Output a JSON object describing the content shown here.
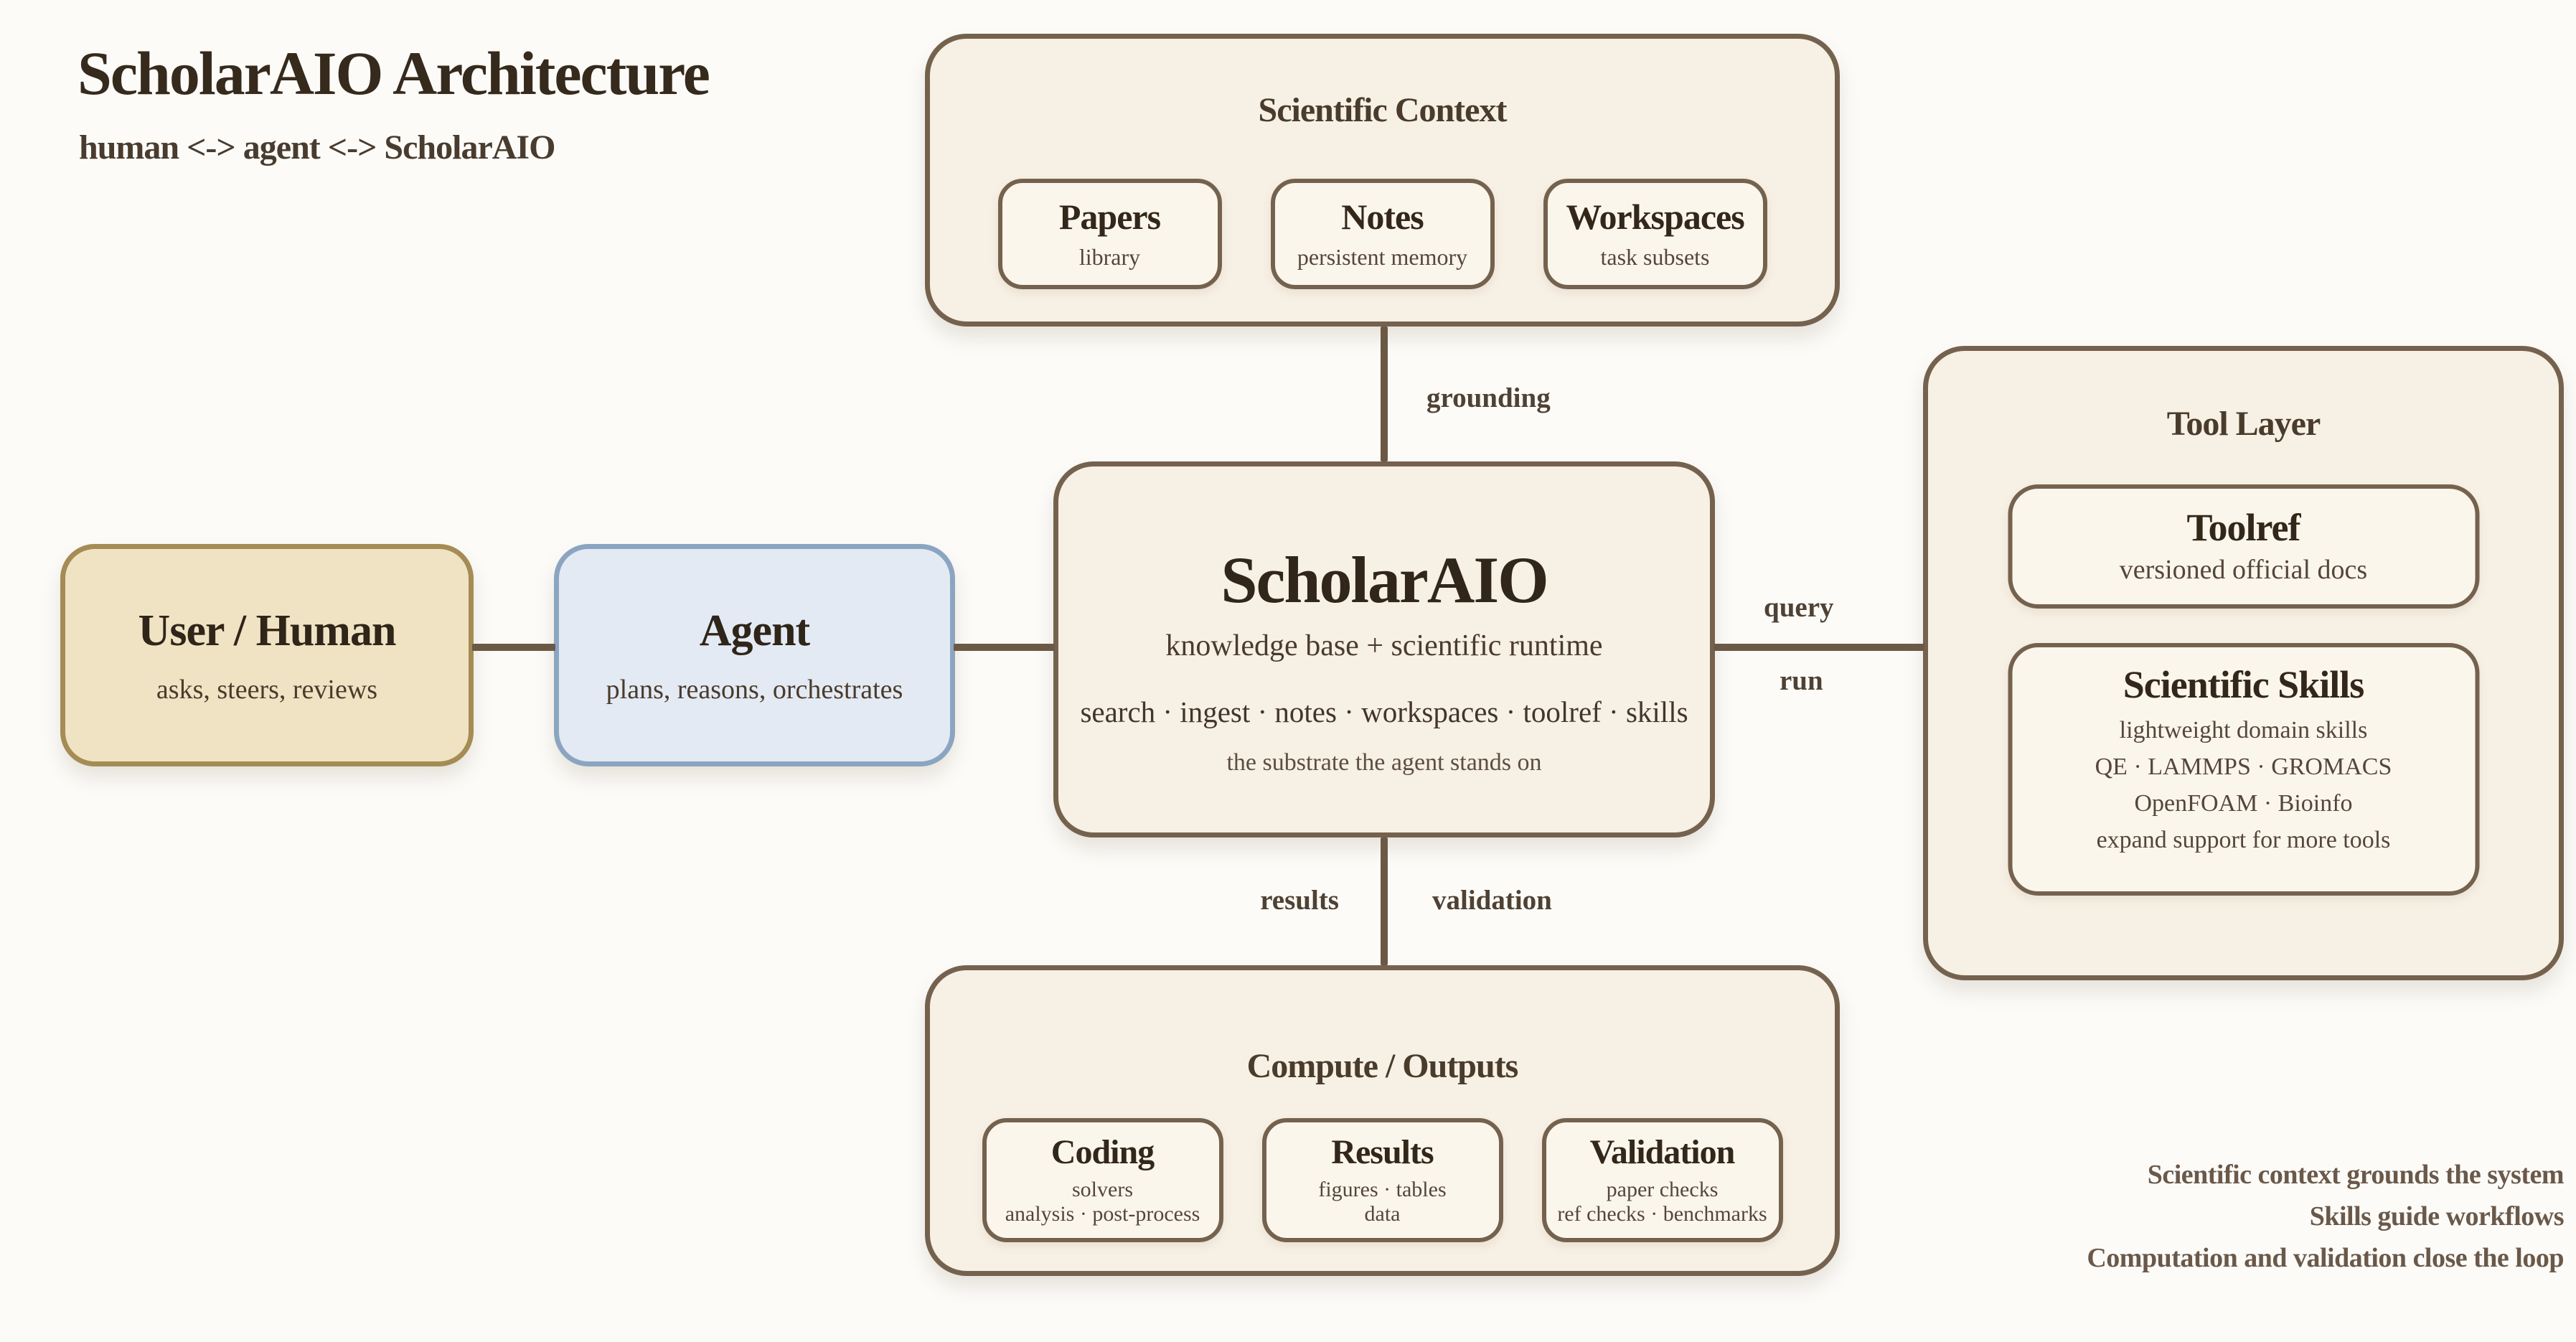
{
  "header": {
    "title": "ScholarAIO Architecture",
    "subtitle": "human <-> agent <-> ScholarAIO"
  },
  "nodes": {
    "context": {
      "title": "Scientific Context",
      "children": [
        {
          "title": "Papers",
          "caption": "library"
        },
        {
          "title": "Notes",
          "caption": "persistent memory"
        },
        {
          "title": "Workspaces",
          "caption": "task subsets"
        }
      ]
    },
    "core": {
      "title": "ScholarAIO",
      "subtitle": "knowledge base + scientific runtime",
      "features": "search · ingest · notes · workspaces · toolref · skills",
      "tagline": "the substrate the agent stands on"
    },
    "user": {
      "title": "User / Human",
      "caption": "asks, steers, reviews"
    },
    "agent": {
      "title": "Agent",
      "caption": "plans, reasons, orchestrates"
    },
    "tools": {
      "title": "Tool Layer",
      "toolref": {
        "title": "Toolref",
        "caption": "versioned official docs"
      },
      "skills": {
        "title": "Scientific Skills",
        "lines": [
          "lightweight domain skills",
          "QE · LAMMPS · GROMACS",
          "OpenFOAM · Bioinfo",
          "expand support for more tools"
        ]
      }
    },
    "compute": {
      "title": "Compute / Outputs",
      "children": [
        {
          "title": "Coding",
          "lines": [
            "solvers",
            "analysis · post-process"
          ]
        },
        {
          "title": "Results",
          "lines": [
            "figures · tables",
            "data"
          ]
        },
        {
          "title": "Validation",
          "lines": [
            "paper checks",
            "ref checks · benchmarks"
          ]
        }
      ]
    }
  },
  "edges": {
    "grounding": "grounding",
    "query": "query",
    "run": "run",
    "results": "results",
    "validation": "validation"
  },
  "notes": [
    "Scientific context grounds the system",
    "Skills guide workflows",
    "Computation and validation close the loop"
  ],
  "colors": {
    "panel_fill": "#f7f0e4",
    "panel_border": "#75624e",
    "child_fill": "#fbf6ec",
    "user_fill": "#f0e3c4",
    "user_border": "#a58c55",
    "agent_fill": "#e3eaf4",
    "agent_border": "#8ba5c1",
    "connector": "#6b5946",
    "ink": "#31261a",
    "note": "#6a594a"
  }
}
